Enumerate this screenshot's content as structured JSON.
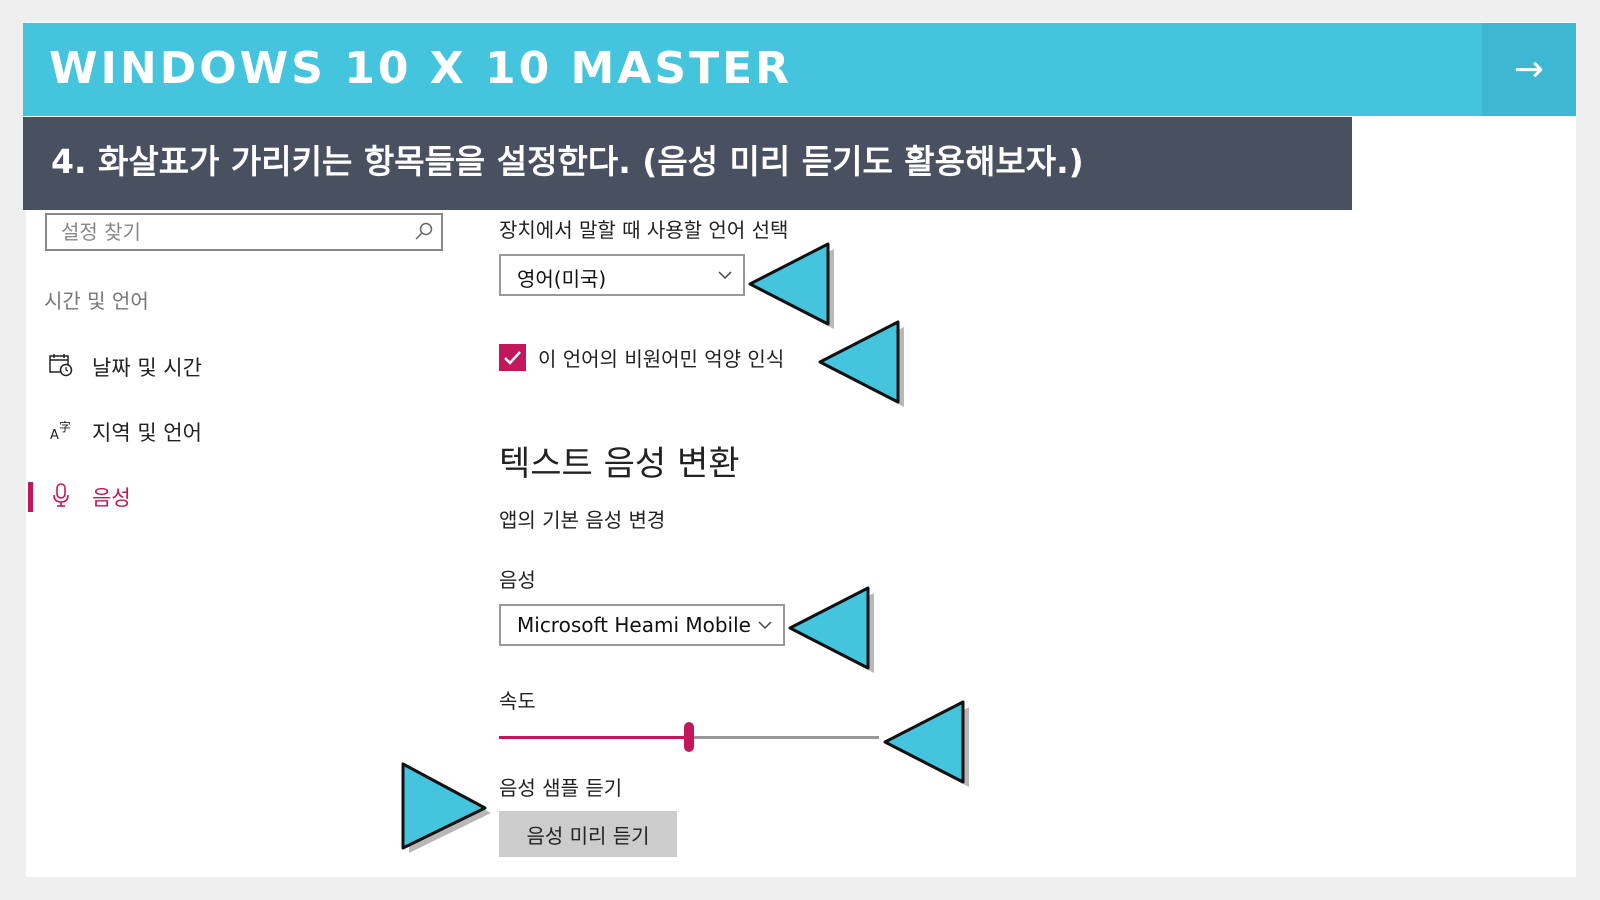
{
  "header": {
    "title": "WINDOWS 10 X 10 MASTER",
    "next_icon": "arrow-right-icon",
    "colors": {
      "bar": "#45c4dd",
      "subtitle_bar": "#495060"
    }
  },
  "instruction": "4. 화살표가 가리키는 항목들을 설정한다. (음성 미리 듣기도 활용해보자.)",
  "sidebar": {
    "search_placeholder": "설정 찾기",
    "section": "시간 및 언어",
    "items": [
      {
        "label": "날짜 및 시간",
        "icon": "calendar-clock-icon"
      },
      {
        "label": "지역 및 언어",
        "icon": "language-icon"
      },
      {
        "label": "음성",
        "icon": "microphone-icon",
        "active": true
      }
    ],
    "accent": "#c2185b"
  },
  "speech": {
    "language_label": "장치에서 말할 때 사용할 언어 선택",
    "language_value": "영어(미국)",
    "accent_checkbox_label": "이 언어의 비원어민 억양 인식",
    "accent_checked": true,
    "tts_heading": "텍스트 음성 변환",
    "default_voice_label": "앱의 기본 음성 변경",
    "voice_label": "음성",
    "voice_value": "Microsoft Heami Mobile",
    "speed_label": "속도",
    "speed_fraction": 0.5,
    "sample_label": "음성 샘플 듣기",
    "preview_button": "음성 미리 듣기"
  }
}
